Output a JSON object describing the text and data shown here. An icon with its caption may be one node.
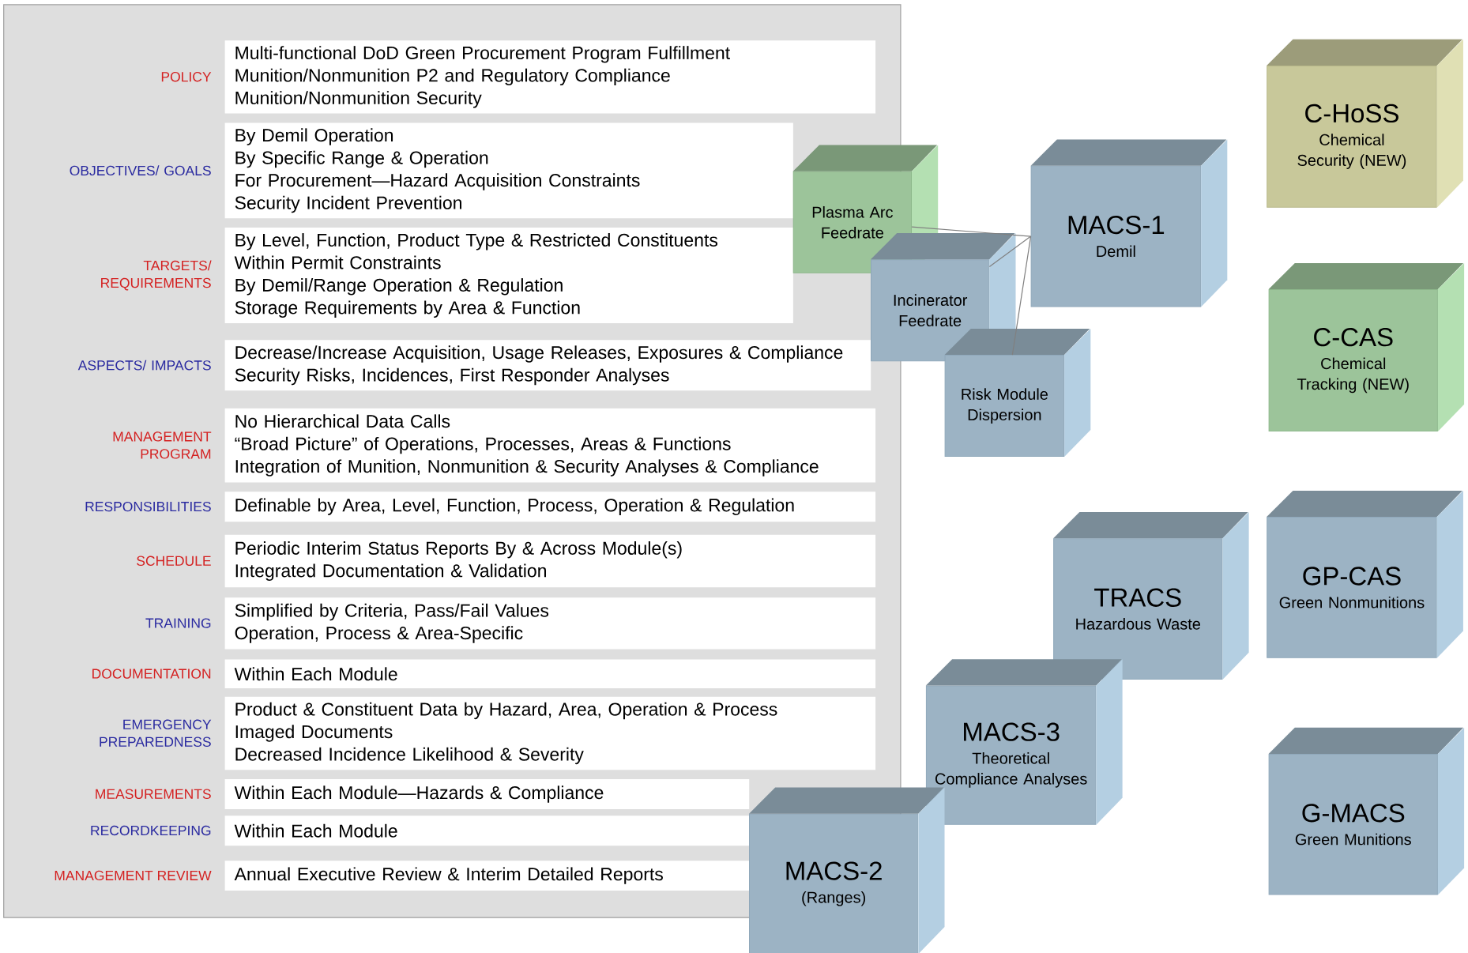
{
  "diagram": {
    "nodes": [
      {
        "text": [
          "POLICY",
          "Multi-functional DoD Green Procurement Program Fulfillment",
          "Munition/Nonmunition P2 and Regulatory Compliance",
          "Munition/Nonmunition Security"
        ]
      },
      {
        "text": [
          "OBJECTIVES/ GOALS",
          "By Demil Operation",
          "By Specific Range & Operation",
          "For Procurement—Hazard Acquisition Constraints",
          "Security Incident Prevention"
        ]
      },
      {
        "text": [
          "TARGETS/ REQUIREMENTS",
          "By Level, Function, Product Type & Restricted Constituents",
          "Within Permit Constraints",
          "By Demil/Range Operation & Regulation",
          "Storage Requirements by Area & Function"
        ]
      },
      {
        "text": [
          "ASPECTS/ IMPACTS",
          "Decrease/Increase Acquisition, Usage Releases, Exposures & Compliance",
          "Security Risks, Incidences, First Responder Analyses"
        ]
      },
      {
        "text": [
          "MANAGEMENT PROGRAM",
          "No Hierarchical Data Calls",
          "“Broad Picture” of Operations, Processes, Areas & Functions",
          "Integration of Munition, Nonmunition & Security Analyses & Compliance"
        ]
      },
      {
        "text": [
          "RESPONSIBILITIES",
          "Definable by Area, Level, Function, Process, Operation & Regulation"
        ]
      },
      {
        "text": [
          "SCHEDULE",
          "Periodic Interim Status Reports By & Across Module(s)",
          "Integrated Documentation & Validation"
        ]
      },
      {
        "text": [
          "TRAINING",
          "Simplified by Criteria, Pass/Fail Values",
          "Operation, Process & Area-Specific"
        ]
      },
      {
        "text": [
          "DOCUMENTATION",
          "Within Each Module"
        ]
      },
      {
        "text": [
          "EMERGENCY PREPAREDNESS",
          "Product & Constituent Data by Hazard, Area, Operation & Process",
          "Imaged Documents",
          "Decreased Incidence Likelihood & Severity"
        ]
      },
      {
        "text": [
          "MEASUREMENTS",
          "Within Each Module—Hazards & Compliance"
        ]
      },
      {
        "text": [
          "RECORDKEEPING",
          "Within Each Module"
        ]
      },
      {
        "text": [
          "MANAGEMENT REVIEW",
          "Annual Executive Review & Interim Detailed Reports"
        ]
      },
      {
        "text": [
          "Plasma Arc Feedrate"
        ]
      },
      {
        "text": [
          "Incinerator Feedrate"
        ]
      },
      {
        "text": [
          "Risk Module Dispersion"
        ]
      },
      {
        "text": [
          "MACS-1",
          "Demil"
        ]
      },
      {
        "text": [
          "C-HoSS",
          "Chemical Security (NEW)"
        ]
      },
      {
        "text": [
          "C-CAS",
          "Chemical Tracking (NEW)"
        ]
      },
      {
        "text": [
          "TRACS",
          "Hazardous Waste"
        ]
      },
      {
        "text": [
          "GP-CAS",
          "Green Nonmunitions"
        ]
      },
      {
        "text": [
          "MACS-3",
          "Theoretical Compliance Analyses"
        ]
      },
      {
        "text": [
          "G-MACS",
          "Green Munitions"
        ]
      },
      {
        "text": [
          "MACS-2",
          "(Ranges)"
        ]
      }
    ],
    "edges": [
      {
        "from": 13,
        "to": 16,
        "arrow": "none"
      },
      {
        "from": 14,
        "to": 16,
        "arrow": "none"
      },
      {
        "from": 15,
        "to": 16,
        "arrow": "none"
      }
    ]
  }
}
